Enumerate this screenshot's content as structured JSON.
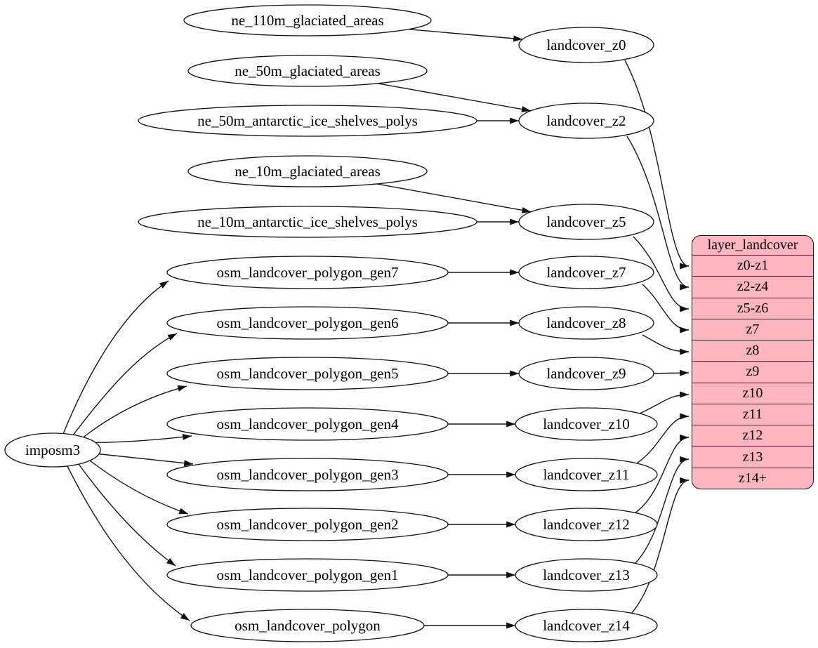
{
  "diagram": {
    "type": "graphviz-dependency-diagram",
    "background": "#ffffff",
    "node_fill": "#ffffff",
    "node_stroke": "#000000",
    "root": {
      "label": "imposm3"
    },
    "nodes": {
      "imposm3": "imposm3",
      "ne_110m_glaciated_areas": "ne_110m_glaciated_areas",
      "ne_50m_glaciated_areas": "ne_50m_glaciated_areas",
      "ne_50m_antarctic_ice_shelves_polys": "ne_50m_antarctic_ice_shelves_polys",
      "ne_10m_glaciated_areas": "ne_10m_glaciated_areas",
      "ne_10m_antarctic_ice_shelves_polys": "ne_10m_antarctic_ice_shelves_polys",
      "osm_landcover_polygon_gen7": "osm_landcover_polygon_gen7",
      "osm_landcover_polygon_gen6": "osm_landcover_polygon_gen6",
      "osm_landcover_polygon_gen5": "osm_landcover_polygon_gen5",
      "osm_landcover_polygon_gen4": "osm_landcover_polygon_gen4",
      "osm_landcover_polygon_gen3": "osm_landcover_polygon_gen3",
      "osm_landcover_polygon_gen2": "osm_landcover_polygon_gen2",
      "osm_landcover_polygon_gen1": "osm_landcover_polygon_gen1",
      "osm_landcover_polygon": "osm_landcover_polygon",
      "landcover_z0": "landcover_z0",
      "landcover_z2": "landcover_z2",
      "landcover_z5": "landcover_z5",
      "landcover_z7": "landcover_z7",
      "landcover_z8": "landcover_z8",
      "landcover_z9": "landcover_z9",
      "landcover_z10": "landcover_z10",
      "landcover_z11": "landcover_z11",
      "landcover_z12": "landcover_z12",
      "landcover_z13": "landcover_z13",
      "landcover_z14": "landcover_z14"
    },
    "table": {
      "title": "layer_landcover",
      "rows": [
        "z0-z1",
        "z2-z4",
        "z5-z6",
        "z7",
        "z8",
        "z9",
        "z10",
        "z11",
        "z12",
        "z13",
        "z14+"
      ],
      "fill": "#ffb6c1",
      "border_color": "#000000"
    },
    "edges": [
      {
        "from": "ne_110m_glaciated_areas",
        "to": "landcover_z0"
      },
      {
        "from": "ne_50m_glaciated_areas",
        "to": "landcover_z2"
      },
      {
        "from": "ne_50m_antarctic_ice_shelves_polys",
        "to": "landcover_z2"
      },
      {
        "from": "ne_10m_glaciated_areas",
        "to": "landcover_z5"
      },
      {
        "from": "ne_10m_antarctic_ice_shelves_polys",
        "to": "landcover_z5"
      },
      {
        "from": "imposm3",
        "to": "osm_landcover_polygon_gen7"
      },
      {
        "from": "imposm3",
        "to": "osm_landcover_polygon_gen6"
      },
      {
        "from": "imposm3",
        "to": "osm_landcover_polygon_gen5"
      },
      {
        "from": "imposm3",
        "to": "osm_landcover_polygon_gen4"
      },
      {
        "from": "imposm3",
        "to": "osm_landcover_polygon_gen3"
      },
      {
        "from": "imposm3",
        "to": "osm_landcover_polygon_gen2"
      },
      {
        "from": "imposm3",
        "to": "osm_landcover_polygon_gen1"
      },
      {
        "from": "imposm3",
        "to": "osm_landcover_polygon"
      },
      {
        "from": "osm_landcover_polygon_gen7",
        "to": "landcover_z7"
      },
      {
        "from": "osm_landcover_polygon_gen6",
        "to": "landcover_z8"
      },
      {
        "from": "osm_landcover_polygon_gen5",
        "to": "landcover_z9"
      },
      {
        "from": "osm_landcover_polygon_gen4",
        "to": "landcover_z10"
      },
      {
        "from": "osm_landcover_polygon_gen3",
        "to": "landcover_z11"
      },
      {
        "from": "osm_landcover_polygon_gen2",
        "to": "landcover_z12"
      },
      {
        "from": "osm_landcover_polygon_gen1",
        "to": "landcover_z13"
      },
      {
        "from": "osm_landcover_polygon",
        "to": "landcover_z14"
      },
      {
        "from": "landcover_z0",
        "to": "layer_landcover:z0-z1"
      },
      {
        "from": "landcover_z2",
        "to": "layer_landcover:z2-z4"
      },
      {
        "from": "landcover_z5",
        "to": "layer_landcover:z5-z6"
      },
      {
        "from": "landcover_z7",
        "to": "layer_landcover:z7"
      },
      {
        "from": "landcover_z8",
        "to": "layer_landcover:z8"
      },
      {
        "from": "landcover_z9",
        "to": "layer_landcover:z9"
      },
      {
        "from": "landcover_z10",
        "to": "layer_landcover:z10"
      },
      {
        "from": "landcover_z11",
        "to": "layer_landcover:z11"
      },
      {
        "from": "landcover_z12",
        "to": "layer_landcover:z12"
      },
      {
        "from": "landcover_z13",
        "to": "layer_landcover:z13"
      },
      {
        "from": "landcover_z14",
        "to": "layer_landcover:z14+"
      }
    ]
  }
}
